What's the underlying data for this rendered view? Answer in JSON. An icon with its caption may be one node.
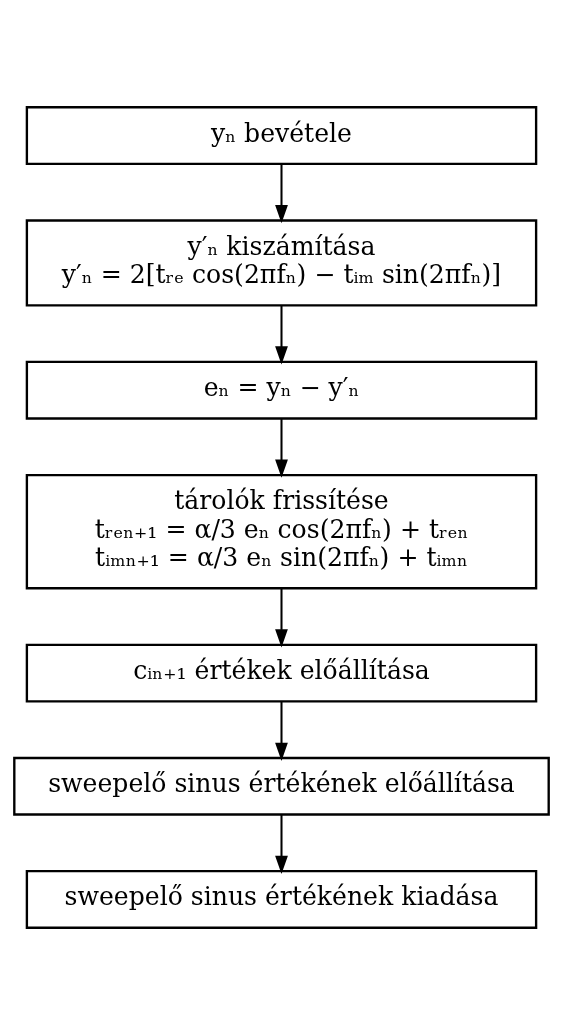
{
  "diagram": {
    "nodes": [
      {
        "text": [
          "yₙ bevétele"
        ]
      },
      {
        "text": [
          "y′ₙ kiszámítása",
          "y′ₙ = 2[tᵣₑ cos(2πfₙ) − tᵢₘ sin(2πfₙ)]"
        ]
      },
      {
        "text": [
          "eₙ = yₙ − y′ₙ"
        ]
      },
      {
        "text": [
          "tárolók frissítése",
          "tᵣₑₙ₊₁ = α/3 eₙ cos(2πfₙ) + tᵣₑₙ",
          "tᵢₘₙ₊₁ = α/3 eₙ sin(2πfₙ) + tᵢₘₙ"
        ]
      },
      {
        "text": [
          "cᵢₙ₊₁ értékek előállítása"
        ]
      },
      {
        "text": [
          "sweepelő sinus értékének előállítása"
        ]
      },
      {
        "text": [
          "sweepelő sinus értékének kiadása"
        ]
      }
    ],
    "edges": [
      {
        "from": 0,
        "to": 1,
        "arrow": "to"
      },
      {
        "from": 1,
        "to": 2,
        "arrow": "to"
      },
      {
        "from": 2,
        "to": 3,
        "arrow": "to"
      },
      {
        "from": 3,
        "to": 4,
        "arrow": "to"
      },
      {
        "from": 4,
        "to": 5,
        "arrow": "to"
      },
      {
        "from": 5,
        "to": 6,
        "arrow": "to"
      }
    ]
  }
}
